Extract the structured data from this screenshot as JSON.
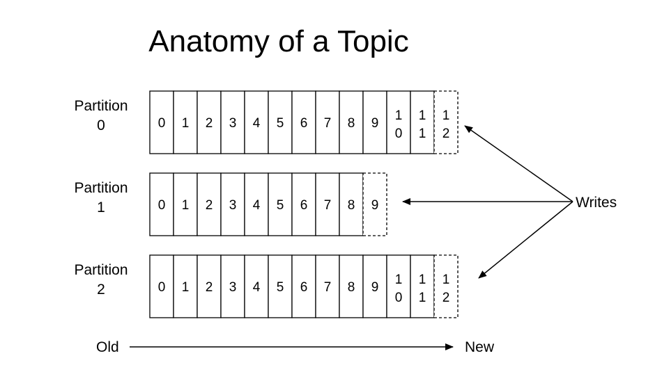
{
  "title": "Anatomy of a Topic",
  "partitions": [
    {
      "label_line1": "Partition",
      "label_line2": "0",
      "cells": [
        "0",
        "1",
        "2",
        "3",
        "4",
        "5",
        "6",
        "7",
        "8",
        "9",
        "10",
        "11",
        "12"
      ],
      "pending_index": 12
    },
    {
      "label_line1": "Partition",
      "label_line2": "1",
      "cells": [
        "0",
        "1",
        "2",
        "3",
        "4",
        "5",
        "6",
        "7",
        "8",
        "9"
      ],
      "pending_index": 9
    },
    {
      "label_line1": "Partition",
      "label_line2": "2",
      "cells": [
        "0",
        "1",
        "2",
        "3",
        "4",
        "5",
        "6",
        "7",
        "8",
        "9",
        "10",
        "11",
        "12"
      ],
      "pending_index": 12
    }
  ],
  "writes_label": "Writes",
  "axis": {
    "old_label": "Old",
    "new_label": "New"
  }
}
